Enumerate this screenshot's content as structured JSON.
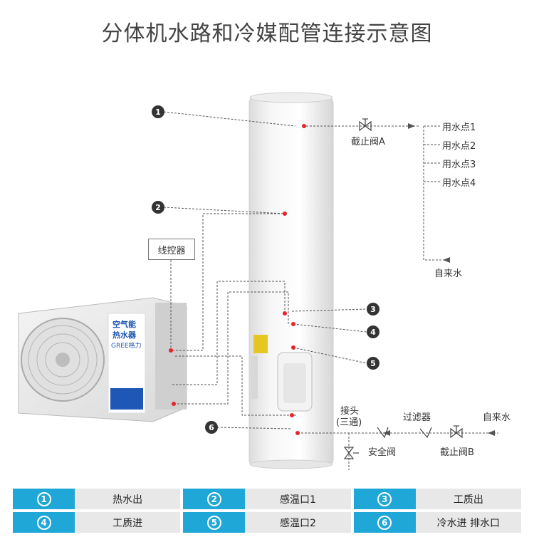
{
  "title": "分体机水路和冷媒配管连接示意图",
  "controller": "线控器",
  "outdoor_unit": {
    "brand_line1": "空气能",
    "brand_line2": "热水器",
    "logo": "GREE格力"
  },
  "markers": [
    "1",
    "2",
    "3",
    "4",
    "5",
    "6"
  ],
  "water_points": [
    "用水点1",
    "用水点2",
    "用水点3",
    "用水点4"
  ],
  "labels": {
    "valve_a": "截止阀A",
    "tap_water_top": "自来水",
    "joint": "接头",
    "joint_sub": "(三通)",
    "safety_valve": "安全阀",
    "filter": "过滤器",
    "valve_b": "截止阀B",
    "tap_water_bottom": "自来水"
  },
  "legend": [
    {
      "num": "1",
      "text": "热水出"
    },
    {
      "num": "2",
      "text": "感温口1"
    },
    {
      "num": "3",
      "text": "工质出"
    },
    {
      "num": "4",
      "text": "工质进"
    },
    {
      "num": "5",
      "text": "感温口2"
    },
    {
      "num": "6",
      "text": "冷水进 排水口"
    }
  ],
  "colors": {
    "legend_accent": "#1fa7d8",
    "legend_cell": "#e8e8e8",
    "port_dot": "#e8232a"
  }
}
